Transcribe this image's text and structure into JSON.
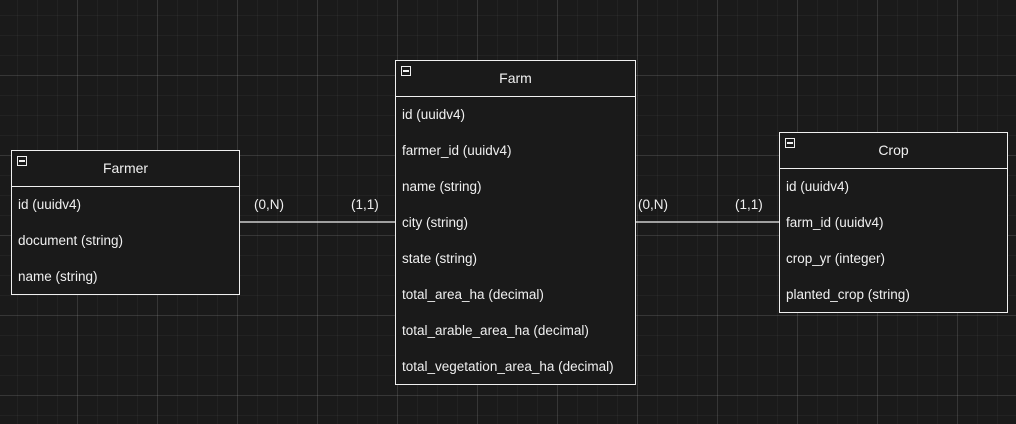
{
  "entities": {
    "farmer": {
      "title": "Farmer",
      "fields": [
        "id (uuidv4)",
        "document (string)",
        "name (string)"
      ]
    },
    "farm": {
      "title": "Farm",
      "fields": [
        "id (uuidv4)",
        "farmer_id (uuidv4)",
        "name (string)",
        "city (string)",
        "state (string)",
        "total_area_ha (decimal)",
        "total_arable_area_ha (decimal)",
        "total_vegetation_area_ha (decimal)"
      ]
    },
    "crop": {
      "title": "Crop",
      "fields": [
        "id (uuidv4)",
        "farm_id (uuidv4)",
        "crop_yr (integer)",
        "planted_crop (string)"
      ]
    }
  },
  "relations": {
    "farmer_farm": {
      "from_cardinality": "(0,N)",
      "to_cardinality": "(1,1)"
    },
    "farm_crop": {
      "from_cardinality": "(0,N)",
      "to_cardinality": "(1,1)"
    }
  }
}
